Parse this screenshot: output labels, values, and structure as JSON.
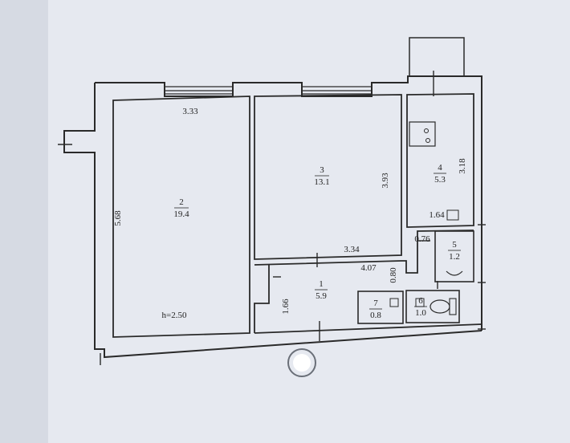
{
  "rooms": [
    {
      "id": "room-2",
      "number": "2",
      "area": "19.4"
    },
    {
      "id": "room-3",
      "number": "3",
      "area": "13.1"
    },
    {
      "id": "room-4",
      "number": "4",
      "area": "5.3"
    },
    {
      "id": "room-1",
      "number": "1",
      "area": "5.9"
    },
    {
      "id": "room-5",
      "number": "5",
      "area": "1.2"
    },
    {
      "id": "room-7",
      "number": "7",
      "area": "0.8"
    },
    {
      "id": "room-6",
      "number": "6",
      "area": "1.0"
    }
  ],
  "dimensions": {
    "d333": "3.33",
    "d568": "5.68",
    "d393": "3.93",
    "d334": "3.34",
    "d318": "3.18",
    "d164": "1.64",
    "d076": "0.76",
    "d407": "4.07",
    "d080": "0.80",
    "d166": "1.66"
  },
  "ceiling_height": "h=2.50",
  "colors": {
    "paper": "#eef0f5",
    "ink": "#2a2a2a",
    "background": "#d9dde6"
  }
}
